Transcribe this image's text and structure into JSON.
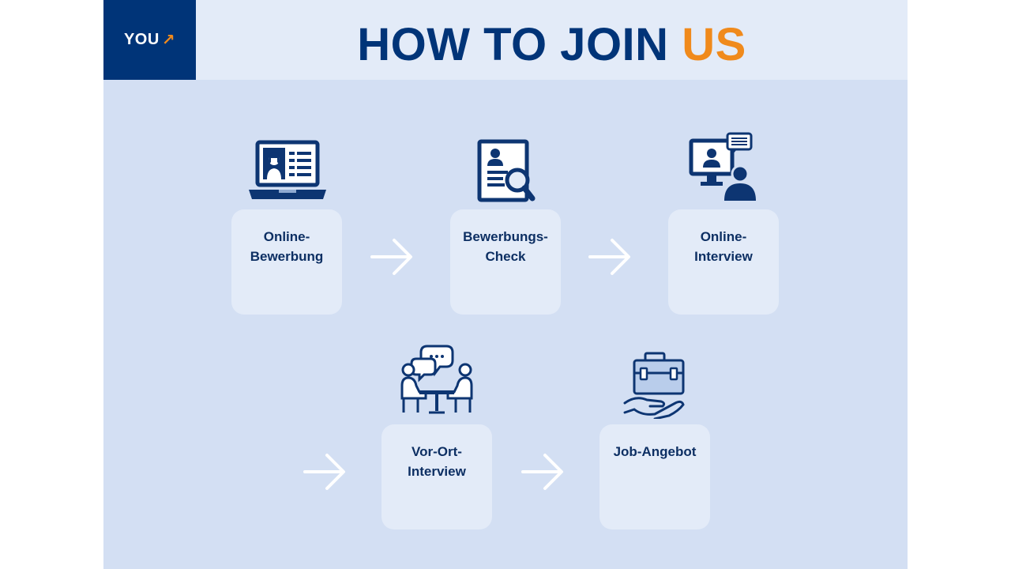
{
  "header": {
    "logo_text": "YOU",
    "logo_arrow": "↗",
    "title_main": "HOW TO JOIN",
    "title_accent": "US"
  },
  "steps": [
    {
      "label_line1": "Online-",
      "label_line2": "Bewerbung",
      "icon": "laptop-profile-icon"
    },
    {
      "label_line1": "Bewerbungs-",
      "label_line2": "Check",
      "icon": "document-magnifier-icon"
    },
    {
      "label_line1": "Online-",
      "label_line2": "Interview",
      "icon": "video-call-icon"
    },
    {
      "label_line1": "Vor-Ort-",
      "label_line2": "Interview",
      "icon": "meeting-table-icon"
    },
    {
      "label_line1": "Job-Angebot",
      "label_line2": "",
      "icon": "briefcase-hand-icon"
    }
  ],
  "colors": {
    "brand_navy": "#003478",
    "accent_orange": "#f08a1c",
    "background": "#d3dff3",
    "card": "#e3ebf8"
  }
}
